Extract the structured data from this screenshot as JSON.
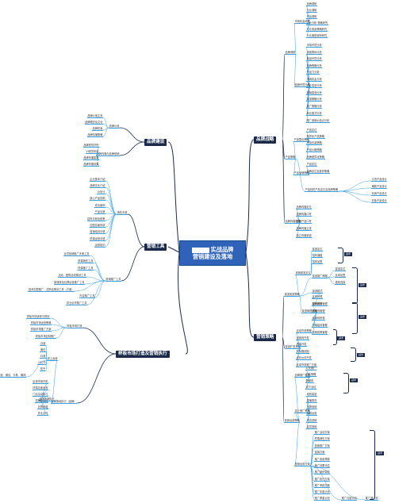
{
  "root": {
    "title_line1": "实战品牌",
    "title_line2": "营销建设及落地"
  },
  "branches": [
    {
      "id": "b1",
      "label": "品牌战略"
    },
    {
      "id": "b2",
      "label": "品牌建设"
    },
    {
      "id": "b3",
      "label": "营销工具"
    },
    {
      "id": "b4",
      "label": "营销策略"
    },
    {
      "id": "b5",
      "label": "样板市场打造及营销执行"
    }
  ],
  "tags": {
    "t1": "战术",
    "t2": "战术",
    "t3": "战术",
    "t4": "战术",
    "t5": "战术",
    "t6": "战术",
    "t7": "战术"
  },
  "nodes": {
    "s1": "品牌调研",
    "s1a": "市场机会研究",
    "s1a1": "品牌调研",
    "s1a2": "行业调研",
    "s1a3": "产品调研",
    "s1a4": "行业分析 策略研究",
    "s1a5": "行业竞品策略研究",
    "s1a6": "行业典型案例研究",
    "s1b": "营销环境分析",
    "s1b1": "市场环境分析",
    "s1b2": "消费群体分析",
    "s1b3": "竞品环境分析",
    "s1b4": "品牌策略分析",
    "s1b5": "产品力分析",
    "s1b6": "市场机会分析",
    "s1b7": "行业渠道分析",
    "s1b8": "营销渠道分析",
    "s1b9": "渠道策略分析",
    "s1b10": "推广策略分析",
    "s1b11": "商业模式分析",
    "s1b12": "推广营销价值点分析",
    "s2": "产品策略",
    "s2a": "产品整合策略",
    "s2a1": "产品定位",
    "s2a2": "差异化产品策略",
    "s2a3": "产品包装策略",
    "s2a4": "产品价格策略",
    "s2a5": "品牌差异化策略",
    "s2b": "产品品牌策略",
    "s2b1": "产品定位",
    "s2b2": "品牌定位及差异策略",
    "s2c": "产品线的产品定位及品牌策略",
    "s2c1": "引流产品设计",
    "s2c2": "爆款产品设计",
    "s2c3": "利润产品设计",
    "s2c4": "形象产品设计",
    "s3": "品牌传播策略",
    "s3a": "品牌传播定位",
    "s3b": "品牌传播口号",
    "s3c": "品牌产品口号",
    "s3d": "品牌传播主张",
    "s3e": "独立传播渠道",
    "l1": "品牌价值",
    "l1a": "品牌价值主张",
    "l1b": "品牌理念及文化",
    "l1c": "品牌形象",
    "l1d": "品牌传播策略",
    "l2": "品牌传播与品牌营销",
    "l2a": "品牌视觉识别",
    "l2b": "VI视觉系统",
    "l2c": "品牌传播渠道",
    "l2d": "品牌传播效果",
    "m1": "销售手册",
    "m1a": "企业基本介绍",
    "m1b": "品牌文化介绍",
    "m1c": "VI设计",
    "m1d": "核心产品说明",
    "m1e": "成功案例",
    "m1f": "产品手册",
    "m1g": "招商手册及政策",
    "m1h": "加盟店面系统",
    "m1i": "营销培训手册",
    "m1j": "终端运营手册",
    "m1k": "运营培训",
    "m2": "营销推广工具",
    "m2a": "全员营销推广手册工具",
    "m2b": "终端销售工具",
    "m2c": "终端推广工具",
    "m2d": "活动、团购活动策划工具",
    "m2e": "新媒体及社群运营推广工具",
    "m2f": "招商加盟推广、招商会策划工具（方案）",
    "m2g": "内容推广工具",
    "m2h": "异业合作推广工具",
    "r1": "渠道渠道策略",
    "r1a": "营销渠道定位",
    "r1a1": "渠道定位",
    "r1a2": "招商通路",
    "r1a3": "招商加盟",
    "r1b": "渠道推广策略",
    "r1b1": "渠道定位",
    "r1b2": "区域加盟",
    "r1b3": "直营连锁",
    "r1c": "渠道模式",
    "r1c1": "区域代理",
    "r1c2": "营销网络",
    "r1d": "渠道管理策略",
    "r1d1": "招商政策管理",
    "r1d2": "经销商管理",
    "r1d3": "经销商考核",
    "r1d4": "终端建设管理",
    "r1d5": "营销政策管理",
    "r2": "渠道扩张方案",
    "r2a": "区域市场策略",
    "r2b": "经销商开发",
    "r2c": "终端开发",
    "r2d": "扩张路线图",
    "r2e": "合作伙伴开发",
    "r2f": "区域市场推广方案",
    "r3": "营销运营策略",
    "r3a": "品牌推广策略",
    "r3a1": "公关推广",
    "r3a2": "广告策略",
    "r3a3": "新媒体",
    "r3a4": "线下活动",
    "r3b": "线上推广策略",
    "r3b1": "电商渠道",
    "r3b2": "直播带货",
    "r3b3": "社群营销",
    "r3b4": "私域运营",
    "r3b5": "内容营销",
    "r3b6": "会员营销",
    "r3c": "营销运营方案",
    "r3c1": "推广活动方案",
    "r3c2": "终端销售方案",
    "r3c3": "营销推广方案",
    "r3c4": "促销方案",
    "r3c5": "推广费用预算",
    "r3c6": "推广效果评估",
    "r3c7": "推广组织架构",
    "r3c8": "推广执行方案",
    "r3c9": "推广考核方案",
    "r3c10": "推广年度计划",
    "r3c11": "推广季度计划",
    "r3c12": "推广月度计划",
    "r3c13": "推广周计划",
    "e1": "样板市场打造",
    "e1a": "样板市场选择与规划",
    "e1b": "样板市场运营策略",
    "e1c": "样板市场推广方案",
    "e1d": "样板市场复制推广",
    "e2": "营销落地执行（品牌）",
    "e2a": "线上运营",
    "e2a1": "百度",
    "e2a2": "微信",
    "e2a3": "抖音",
    "e2a4": "小红书",
    "e2a5": "知乎",
    "e2a6": "平台电商运营、微信、头条、微博",
    "e2b": "线下营销执行",
    "e2b1": "区域市场开拓",
    "e2b2": "终端店面运营",
    "e2b3": "门店活动执行",
    "e2b4": "招商会执行",
    "e2b5": "社群运营",
    "e2b6": "异业合作"
  }
}
